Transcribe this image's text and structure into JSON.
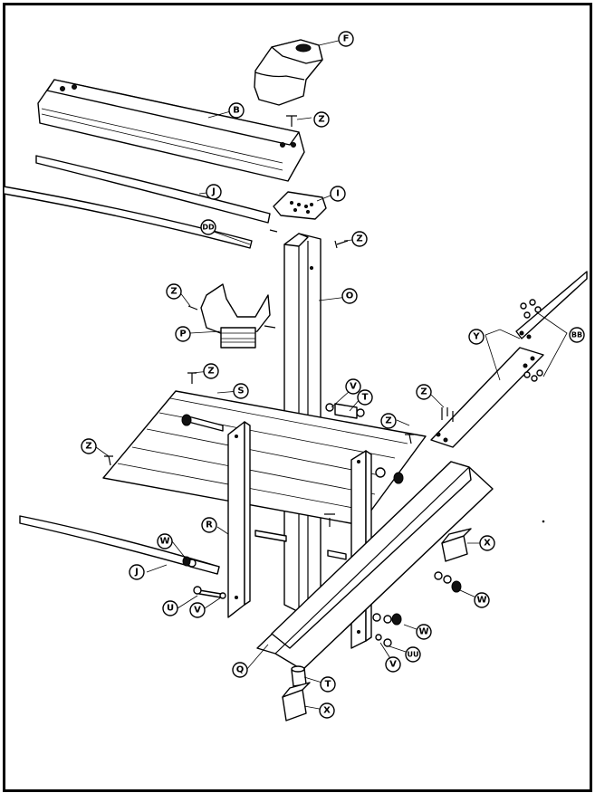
{
  "callouts": {
    "f": "F",
    "b": "B",
    "z1": "Z",
    "j1": "J",
    "i": "I",
    "dd": "DD",
    "z2": "Z",
    "o": "O",
    "z3": "Z",
    "p": "P",
    "y": "Y",
    "bb": "BB",
    "z4": "Z",
    "s": "S",
    "v1": "V",
    "t1": "T",
    "z5": "Z",
    "z6": "Z",
    "z7": "Z",
    "x1": "X",
    "r": "R",
    "w1": "W",
    "j2": "J",
    "w2": "W",
    "u": "U",
    "v2": "V",
    "w3": "W",
    "uu": "UU",
    "v3": "V",
    "q": "Q",
    "t2": "T",
    "x2": "X"
  }
}
